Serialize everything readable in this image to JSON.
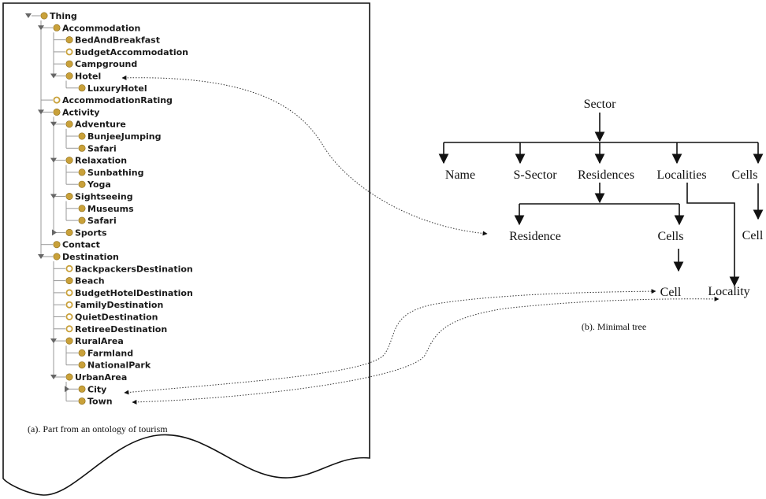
{
  "ontology": {
    "caption": "(a). Part from an ontology of tourism",
    "nodes": [
      {
        "label": "Thing",
        "depth": 0,
        "toggle": "expanded",
        "bullet": "solid"
      },
      {
        "label": "Accommodation",
        "depth": 1,
        "toggle": "expanded",
        "bullet": "solid"
      },
      {
        "label": "BedAndBreakfast",
        "depth": 2,
        "toggle": "none",
        "bullet": "solid"
      },
      {
        "label": "BudgetAccommodation",
        "depth": 2,
        "toggle": "none",
        "bullet": "ring"
      },
      {
        "label": "Campground",
        "depth": 2,
        "toggle": "none",
        "bullet": "solid"
      },
      {
        "label": "Hotel",
        "depth": 2,
        "toggle": "expanded",
        "bullet": "solid"
      },
      {
        "label": "LuxuryHotel",
        "depth": 3,
        "toggle": "none",
        "bullet": "solid"
      },
      {
        "label": "AccommodationRating",
        "depth": 1,
        "toggle": "none",
        "bullet": "ring"
      },
      {
        "label": "Activity",
        "depth": 1,
        "toggle": "expanded",
        "bullet": "solid"
      },
      {
        "label": "Adventure",
        "depth": 2,
        "toggle": "expanded",
        "bullet": "solid"
      },
      {
        "label": "BunjeeJumping",
        "depth": 3,
        "toggle": "none",
        "bullet": "solid"
      },
      {
        "label": "Safari",
        "depth": 3,
        "toggle": "none",
        "bullet": "solid"
      },
      {
        "label": "Relaxation",
        "depth": 2,
        "toggle": "expanded",
        "bullet": "solid"
      },
      {
        "label": "Sunbathing",
        "depth": 3,
        "toggle": "none",
        "bullet": "solid"
      },
      {
        "label": "Yoga",
        "depth": 3,
        "toggle": "none",
        "bullet": "solid"
      },
      {
        "label": "Sightseeing",
        "depth": 2,
        "toggle": "expanded",
        "bullet": "solid"
      },
      {
        "label": "Museums",
        "depth": 3,
        "toggle": "none",
        "bullet": "solid"
      },
      {
        "label": "Safari",
        "depth": 3,
        "toggle": "none",
        "bullet": "solid"
      },
      {
        "label": "Sports",
        "depth": 2,
        "toggle": "collapsed",
        "bullet": "solid"
      },
      {
        "label": "Contact",
        "depth": 1,
        "toggle": "none",
        "bullet": "solid"
      },
      {
        "label": "Destination",
        "depth": 1,
        "toggle": "expanded",
        "bullet": "solid"
      },
      {
        "label": "BackpackersDestination",
        "depth": 2,
        "toggle": "none",
        "bullet": "ring"
      },
      {
        "label": "Beach",
        "depth": 2,
        "toggle": "none",
        "bullet": "solid"
      },
      {
        "label": "BudgetHotelDestination",
        "depth": 2,
        "toggle": "none",
        "bullet": "ring"
      },
      {
        "label": "FamilyDestination",
        "depth": 2,
        "toggle": "none",
        "bullet": "ring"
      },
      {
        "label": "QuietDestination",
        "depth": 2,
        "toggle": "none",
        "bullet": "ring"
      },
      {
        "label": "RetireeDestination",
        "depth": 2,
        "toggle": "none",
        "bullet": "ring"
      },
      {
        "label": "RuralArea",
        "depth": 2,
        "toggle": "expanded",
        "bullet": "solid"
      },
      {
        "label": "Farmland",
        "depth": 3,
        "toggle": "none",
        "bullet": "solid"
      },
      {
        "label": "NationalPark",
        "depth": 3,
        "toggle": "none",
        "bullet": "solid"
      },
      {
        "label": "UrbanArea",
        "depth": 2,
        "toggle": "expanded",
        "bullet": "solid"
      },
      {
        "label": "City",
        "depth": 3,
        "toggle": "collapsed",
        "bullet": "solid"
      },
      {
        "label": "Town",
        "depth": 3,
        "toggle": "none",
        "bullet": "solid"
      }
    ]
  },
  "minimal_tree": {
    "caption": "(b). Minimal tree",
    "root": "Sector",
    "level1": [
      "Name",
      "S-Sector",
      "Residences",
      "Localities",
      "Cells"
    ],
    "residence": "Residence",
    "residence_cells": "Cells",
    "cell": "Cell",
    "cells_cell": "Cell",
    "locality": "Locality"
  },
  "mappings": [
    {
      "from": "Hotel",
      "to": "Residence"
    },
    {
      "from": "City",
      "to": "Cell"
    },
    {
      "from": "Town",
      "to": "Locality"
    }
  ],
  "colors": {
    "bullet": "#c9a13a",
    "bullet_stroke": "#8a6a17",
    "toggle": "#666666",
    "text": "#1a1a1a",
    "line": "#111111"
  }
}
